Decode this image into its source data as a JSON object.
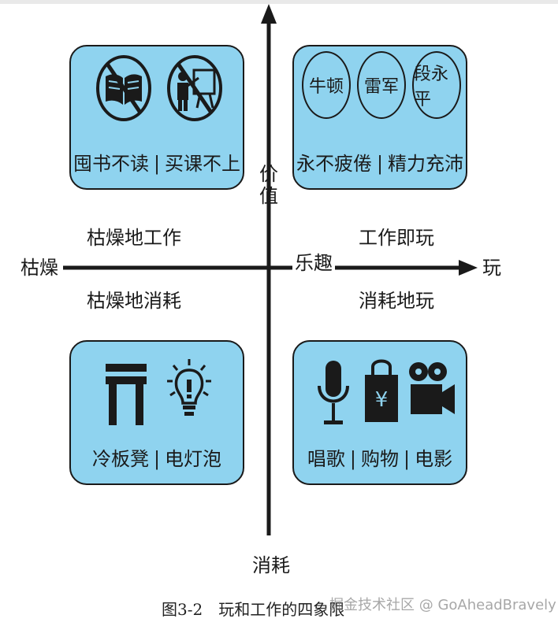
{
  "axes": {
    "y_top": [
      "价",
      "值"
    ],
    "y_bottom": "消耗",
    "x_left": "枯燥",
    "x_center": "乐趣",
    "x_right": "玩"
  },
  "quadrant_labels": {
    "top_left": "枯燥地工作",
    "bottom_left": "枯燥地消耗",
    "top_right": "工作即玩",
    "bottom_right": "消耗地玩"
  },
  "quadrants": {
    "top_left": {
      "icons": [
        "no-book-icon",
        "no-lecture-icon"
      ],
      "caption": [
        "囤书不读",
        "买课不上"
      ]
    },
    "top_right": {
      "names": [
        "牛顿",
        "雷军",
        "段永平"
      ],
      "caption": [
        "永不疲倦",
        "精力充沛"
      ]
    },
    "bottom_left": {
      "icons": [
        "bench-icon",
        "lightbulb-icon"
      ],
      "caption": [
        "冷板凳",
        "电灯泡"
      ]
    },
    "bottom_right": {
      "icons": [
        "microphone-icon",
        "shopping-bag-icon",
        "movie-camera-icon"
      ],
      "caption": [
        "唱歌",
        "购物",
        "电影"
      ]
    }
  },
  "figure": {
    "number": "图3-2",
    "title": "玩和工作的四象限"
  },
  "watermark": "掘金技术社区 @ GoAheadBravely",
  "colors": {
    "box_fill": "#8fd3ef",
    "ink": "#1a1a1a"
  }
}
